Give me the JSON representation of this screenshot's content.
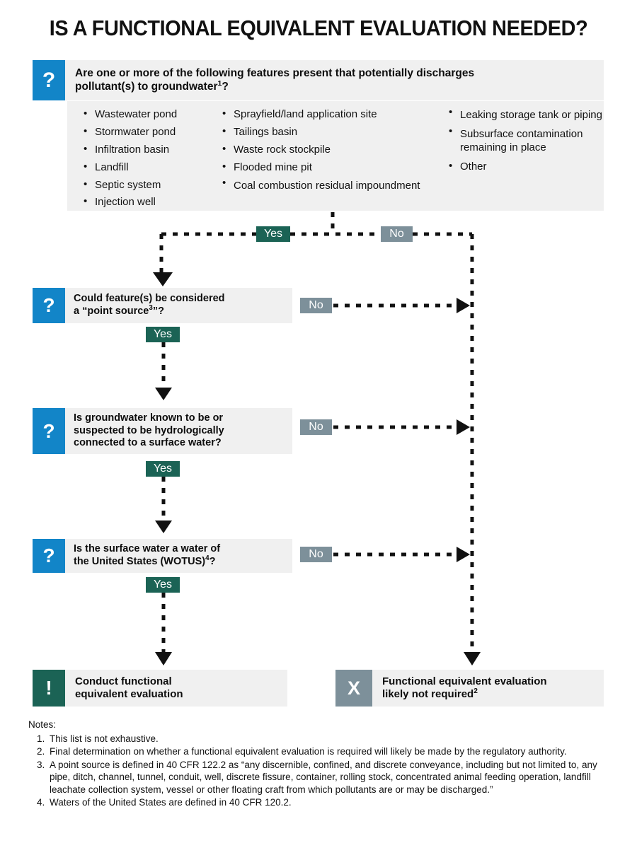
{
  "title": "IS A FUNCTIONAL EQUIVALENT EVALUATION NEEDED?",
  "colors": {
    "question_icon_blue": "#1285c8",
    "yes_green": "#1b6355",
    "no_grey": "#7d909a",
    "panel_grey": "#f0f0f0",
    "text_black": "#111111"
  },
  "nodes": {
    "q1": {
      "icon": "question-mark",
      "icon_glyph": "?",
      "text_line1": "Are one or more of the following features present that potentially discharges",
      "text_line2_pre": "pollutant(s) to groundwater",
      "text_line2_sup": "1",
      "text_line2_post": "?"
    },
    "q2": {
      "icon": "question-mark",
      "icon_glyph": "?",
      "text_line1": "Could feature(s) be considered",
      "text_line2_pre": "a “point source",
      "text_line2_sup": "3",
      "text_line2_post": "”?"
    },
    "q3": {
      "icon": "question-mark",
      "icon_glyph": "?",
      "text_line1": "Is groundwater known to be or",
      "text_line2": "suspected to be hydrologically",
      "text_line3": "connected to a surface water?"
    },
    "q4": {
      "icon": "question-mark",
      "icon_glyph": "?",
      "text_line1": "Is the surface water a water of",
      "text_line2_pre": "the United States (WOTUS)",
      "text_line2_sup": "4",
      "text_line2_post": "?"
    },
    "outcome_yes": {
      "icon": "exclamation-mark",
      "icon_glyph": "!",
      "text_line1": "Conduct functional",
      "text_line2": "equivalent evaluation"
    },
    "outcome_no": {
      "icon": "x-mark",
      "icon_glyph": "X",
      "text_line1": "Functional equivalent evaluation",
      "text_line2_pre": "likely not required",
      "text_line2_sup": "2"
    }
  },
  "features": {
    "column1": [
      "Wastewater pond",
      "Stormwater pond",
      "Infiltration basin",
      "Landfill",
      "Septic system",
      "Injection well"
    ],
    "column2": [
      "Sprayfield/land application site",
      "Tailings basin",
      "Waste rock stockpile",
      "Flooded mine pit",
      "Coal combustion residual impoundment"
    ],
    "column3": [
      "Leaking storage tank or piping",
      "Subsurface contamination remaining in place",
      "Other"
    ]
  },
  "edge_labels": {
    "yes_top": "Yes",
    "no_top": "No",
    "yes_q2": "Yes",
    "no_q2": "No",
    "yes_q3": "Yes",
    "no_q3": "No",
    "yes_q4": "Yes",
    "no_q4": "No"
  },
  "notes": {
    "heading": "Notes:",
    "items": [
      {
        "num": "1.",
        "text": "This list is not exhaustive."
      },
      {
        "num": "2.",
        "text": "Final determination on whether a functional equivalent evaluation is required will likely be made by the regulatory authority."
      },
      {
        "num": "3.",
        "text": "A point source is defined in 40 CFR 122.2 as “any discernible, confined, and discrete conveyance, including but not limited to, any pipe, ditch, channel, tunnel, conduit, well, discrete fissure, container, rolling stock, concentrated animal feeding operation, landfill leachate collection system, vessel or other floating craft from which pollutants are or may be discharged.”"
      },
      {
        "num": "4.",
        "text": "Waters of the United States are defined in 40 CFR 120.2."
      }
    ]
  }
}
